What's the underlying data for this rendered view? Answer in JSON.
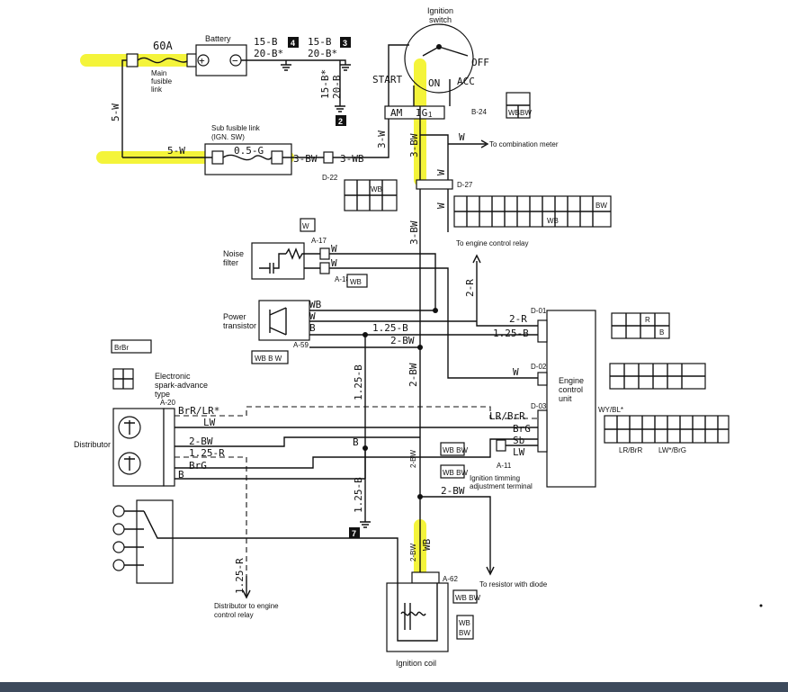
{
  "labels": {
    "ignition_switch_1": "Ignition",
    "ignition_switch_2": "switch",
    "fuse_60a": "60A",
    "battery": "Battery",
    "main_fusible_1": "Main",
    "main_fusible_2": "fusible",
    "main_fusible_3": "link",
    "w15b_1": "15-B",
    "w20b_1": "20-B*",
    "w15b_2": "15-B",
    "w20b_2": "20-B*",
    "w15b_3": "15-B*",
    "w20b_3": "20-B",
    "ground_4": "4",
    "ground_3": "3",
    "ground_2": "2",
    "ground_7": "7",
    "start": "START",
    "on": "ON",
    "off": "OFF",
    "acc": "ACC",
    "am": "AM",
    "ig1": "IG",
    "ig1_sub": "1",
    "b24": "B-24",
    "w5w_vert": "5-W",
    "sub_fusible_1": "Sub fusible link",
    "sub_fusible_2": "(IGN. SW)",
    "fuse_05g": "0.5-G",
    "w5w_horiz": "5-W",
    "w3bw_1": "3-BW",
    "w3wb": "3-WB",
    "d22": "D-22",
    "w3w": "3-W",
    "w3bw_vert": "3-BW",
    "w_top": "W",
    "to_combination_meter": "To combination meter",
    "d27": "D-27",
    "w_d27_1": "W",
    "w_d27_2": "W",
    "wb_conn_d27": "WB",
    "bw_conn_d27": "BW",
    "wb_conn_d22": "WB",
    "w3bw_vert2": "3-BW",
    "to_engine_control_relay": "To engine control relay",
    "noise_filter_1": "Noise",
    "noise_filter_2": "filter",
    "a17": "A-17",
    "a18": "A-18",
    "w_a17": "W",
    "w_a18": "W",
    "w2r_vert": "2-R",
    "d01": "D-01",
    "w2r": "2-R",
    "w125b_d01": "1.25-B",
    "power_transistor_1": "Power",
    "power_transistor_2": "transistor",
    "wb_pt": "WB",
    "w_pt": "W",
    "b_pt": "B",
    "w125b_pt": "1.25-B",
    "w2bw_pt": "2-BW",
    "a59": "A-59",
    "w2bw_vert": "2-BW",
    "w125b_vert": "1.25-B",
    "d02": "D-02",
    "w_d02": "W",
    "ecu_1": "Engine",
    "ecu_2": "control",
    "ecu_3": "unit",
    "d03": "D-03",
    "electronic_1": "Electronic",
    "electronic_2": "spark-advance",
    "electronic_3": "type",
    "a20": "A-20",
    "brr_lr": "BrR/LR*",
    "lw_dist": "LW",
    "w2bw_dist": "2-BW",
    "w125r_dist": "1.25-R",
    "brg_dist": "BrG",
    "b_dist": "B",
    "distributor": "Distributor",
    "lr_brr": "LR/BrR",
    "brg_ecu": "BrG",
    "sb_ecu": "Sb",
    "lw_ecu": "LW",
    "b_junction": "B",
    "a11": "A-11",
    "ign_timing_1": "Ignition timming",
    "ign_timing_2": "adjustment terminal",
    "wy_bl": "WY/BL*",
    "lr_brr_conn": "LR/BrR",
    "lw_brg_conn": "LW*/BrG",
    "w2bw_small": "2-BW",
    "w2bw_coil": "2-BW",
    "w125b_lower": "1.25-B",
    "w125r_vert": "1.25-R",
    "w2bw_vert_small": "2-BW",
    "wb_vert": "WB",
    "a62": "A-62",
    "to_resistor": "To resistor with diode",
    "distributor_to_relay_1": "Distributor to engine",
    "distributor_to_relay_2": "control relay",
    "ignition_coil": "Ignition coil",
    "conn_brbr": "BrBr",
    "conn_wb_a62": "WB BW",
    "conn_wb_small": "WB BW",
    "conn_a17": "W",
    "conn_wb": "WB",
    "conn_r": "R",
    "conn_b": "B",
    "conn_bw_coil": "BW",
    "conn_wb_coil": "WB"
  },
  "colors": {
    "highlight": "#f3f325",
    "ink": "#111111",
    "bottom_bar": "#3d4a5c"
  }
}
